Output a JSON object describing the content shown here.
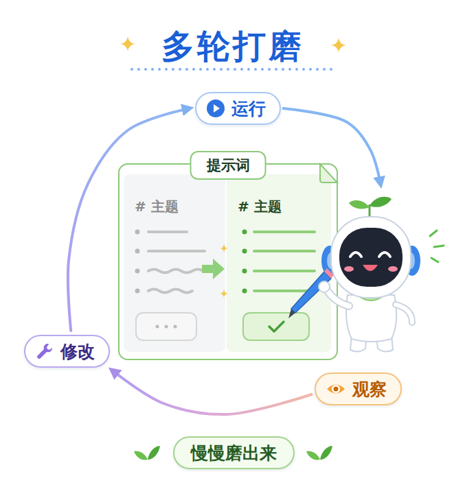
{
  "diagram": {
    "title": "多轮打磨",
    "nodes": [
      {
        "text": [
          "运行"
        ]
      },
      {
        "text": [
          "提示词"
        ]
      },
      {
        "text": [
          "# 主题"
        ],
        "in": 1
      },
      {
        "text": [
          "# 主题"
        ],
        "in": 1
      },
      {
        "text": [
          "修改"
        ]
      },
      {
        "text": [
          "观察"
        ]
      },
      {
        "text": [
          "慢慢磨出来"
        ]
      }
    ],
    "edges": [
      {
        "from": 0,
        "to": 1,
        "arrow": "to"
      },
      {
        "from": 5,
        "to": 4,
        "arrow": "to"
      },
      {
        "from": 4,
        "to": 0,
        "arrow": "to"
      }
    ]
  }
}
